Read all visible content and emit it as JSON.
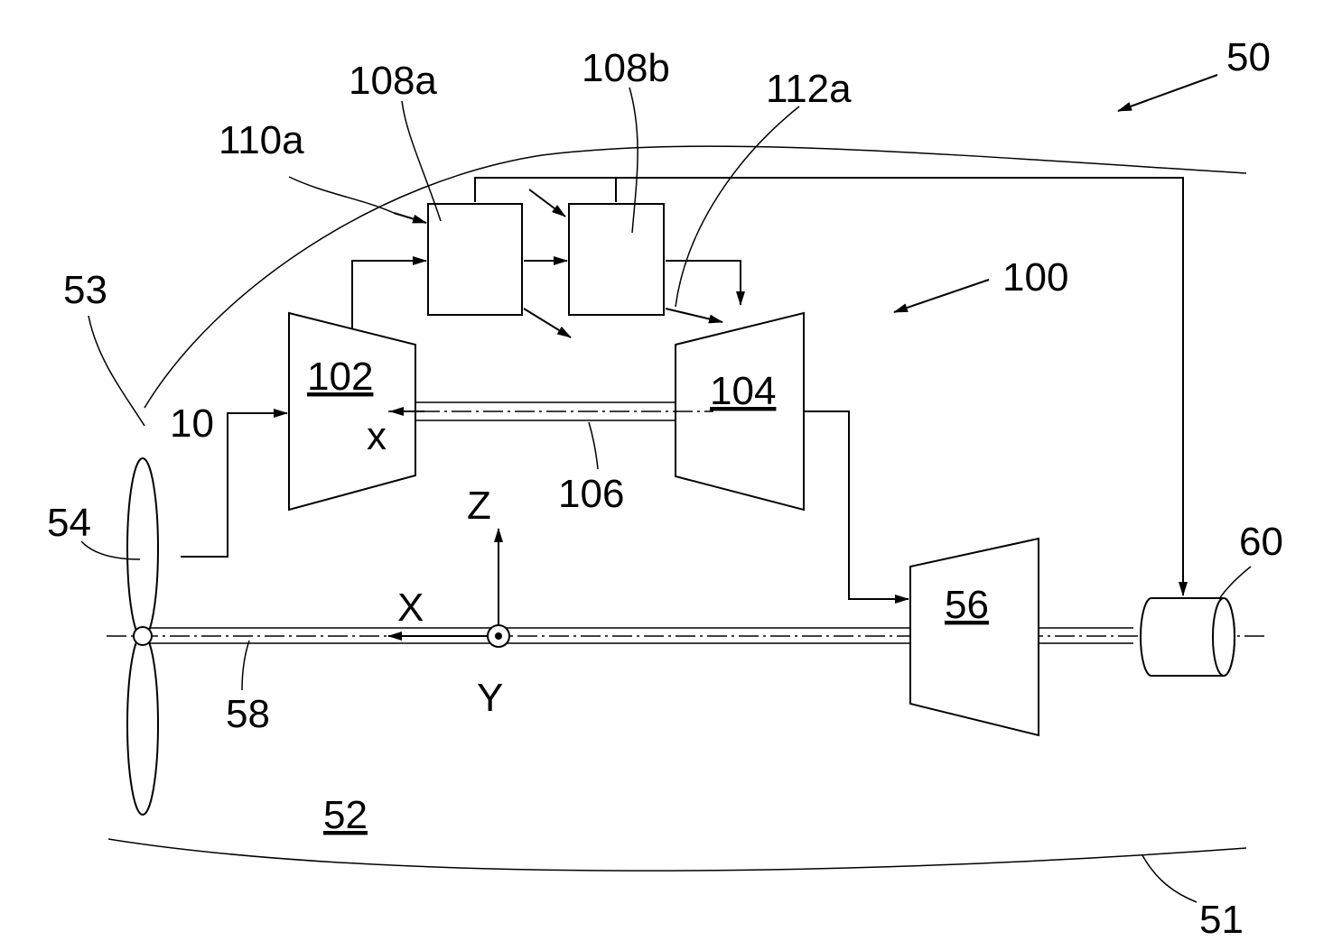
{
  "figure": {
    "labels": {
      "engine_ref": "50",
      "nacelle_bottom": "51",
      "core_space": "52",
      "inlet": "53",
      "propeller": "54",
      "turbine_56": "56",
      "shaft_58": "58",
      "generator": "60",
      "flow_10": "10",
      "system_100": "100",
      "compressor_102": "102",
      "turbine_104": "104",
      "shaft_106": "106",
      "block_108a": "108a",
      "block_108b": "108b",
      "line_110a": "110a",
      "line_112a": "112a",
      "small_x": "x",
      "axis_x": "X",
      "axis_y": "Y",
      "axis_z": "Z"
    }
  }
}
